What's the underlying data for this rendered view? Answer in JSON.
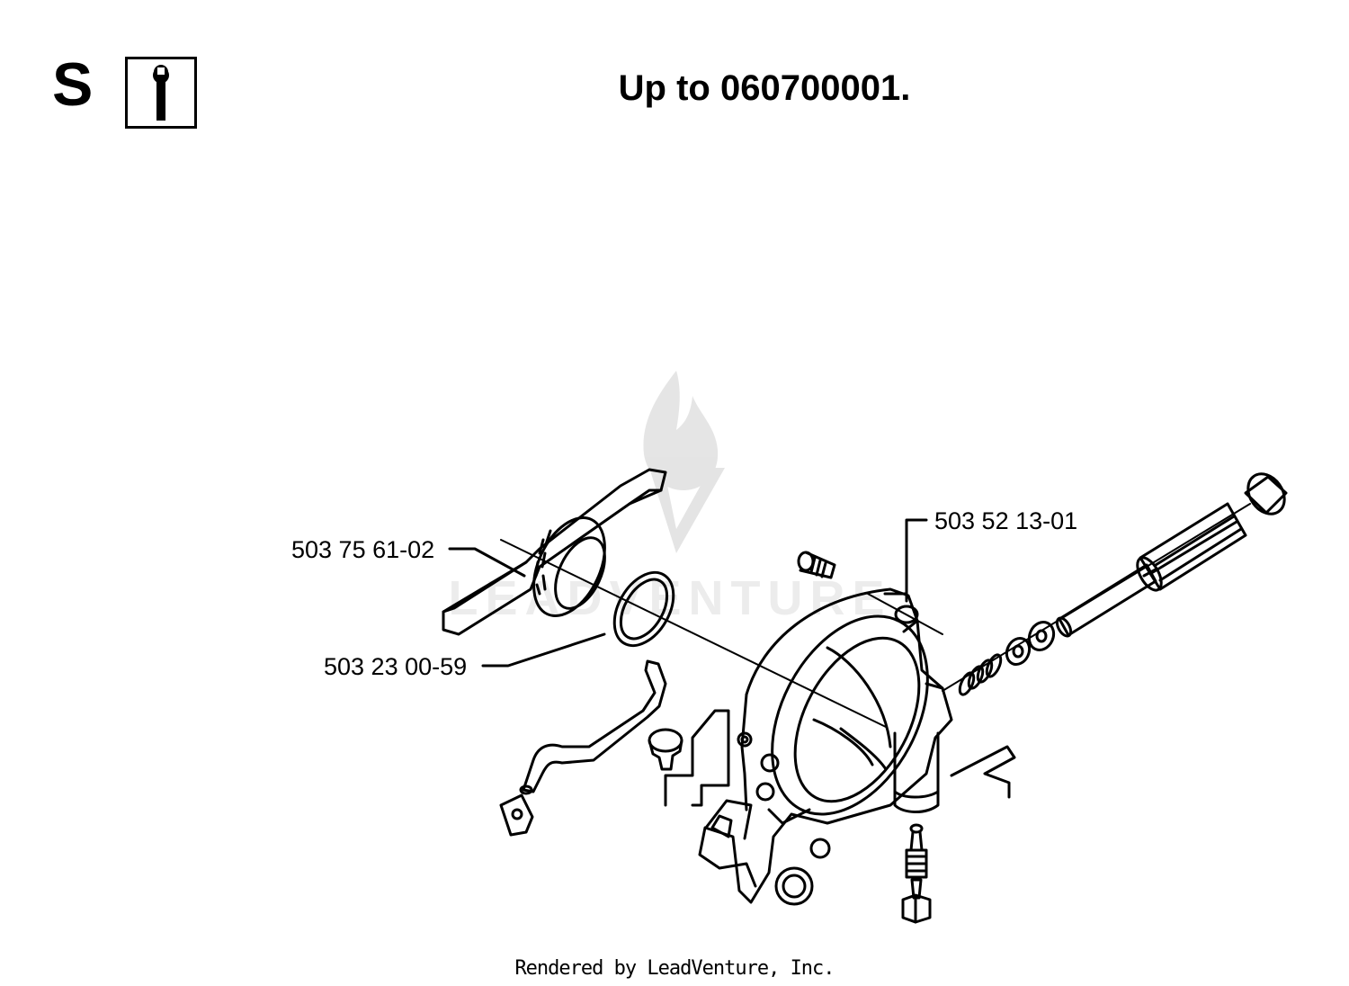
{
  "header": {
    "section_letter": "S",
    "info_icon": "service-info-icon",
    "title": "Up to 060700001."
  },
  "callouts": [
    {
      "id": "bracket-lever",
      "part_number": "503 75 61-02"
    },
    {
      "id": "o-ring",
      "part_number": "503 23 00-59"
    },
    {
      "id": "pump-housing",
      "part_number": "503 52 13-01"
    }
  ],
  "watermark": {
    "text": "LEADVENTURE",
    "icon": "flame-logo-icon"
  },
  "footer": {
    "text": "Rendered by LeadVenture, Inc."
  }
}
